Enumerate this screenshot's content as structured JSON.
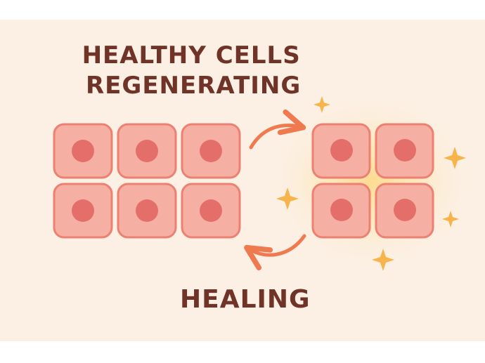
{
  "diagram": {
    "title_lines": [
      "HEALTHY CELLS",
      "REGENERATING"
    ],
    "bottom_label": "HEALING",
    "cell_groups": [
      {
        "name": "left-cell-grid",
        "rows": 2,
        "columns": 3
      },
      {
        "name": "right-cell-grid",
        "rows": 2,
        "columns": 2
      }
    ],
    "arrows": [
      {
        "from": "left-cell-grid",
        "to": "right-cell-grid"
      },
      {
        "from": "right-cell-grid",
        "to": "left-cell-grid"
      }
    ],
    "sparkle_count": 5
  }
}
